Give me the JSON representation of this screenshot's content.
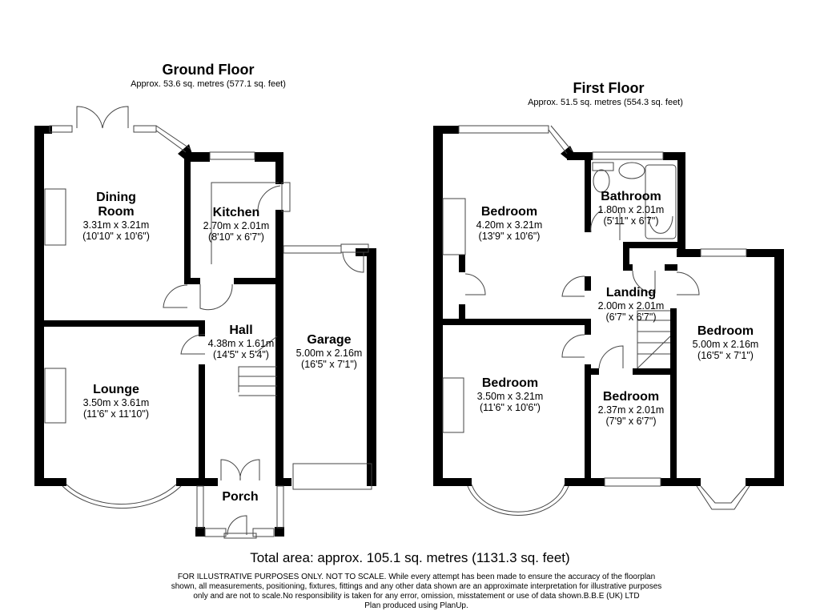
{
  "ground_floor": {
    "title": "Ground Floor",
    "area": "Approx. 53.6 sq. metres (577.1 sq. feet)",
    "rooms": [
      {
        "name_line1": "Dining",
        "name_line2": "Room",
        "metric": "3.31m x 3.21m",
        "imperial": "(10'10\" x 10'6\")"
      },
      {
        "name": "Kitchen",
        "metric": "2.70m x 2.01m",
        "imperial": "(8'10\" x 6'7\")"
      },
      {
        "name": "Hall",
        "metric": "4.38m x 1.61m",
        "imperial": "(14'5\" x 5'4\")"
      },
      {
        "name": "Garage",
        "metric": "5.00m x 2.16m",
        "imperial": "(16'5\" x 7'1\")"
      },
      {
        "name": "Lounge",
        "metric": "3.50m x 3.61m",
        "imperial": "(11'6\" x 11'10\")"
      },
      {
        "name": "Porch"
      }
    ]
  },
  "first_floor": {
    "title": "First Floor",
    "area": "Approx. 51.5 sq. metres (554.3 sq. feet)",
    "rooms": [
      {
        "name": "Bedroom",
        "metric": "4.20m x 3.21m",
        "imperial": "(13'9\" x 10'6\")"
      },
      {
        "name": "Bathroom",
        "metric": "1.80m x 2.01m",
        "imperial": "(5'11\" x 6'7\")"
      },
      {
        "name": "Landing",
        "metric": "2.00m x 2.01m",
        "imperial": "(6'7\" x 6'7\")"
      },
      {
        "name": "Bedroom",
        "metric": "5.00m x 2.16m",
        "imperial": "(16'5\" x 7'1\")"
      },
      {
        "name": "Bedroom",
        "metric": "3.50m x 3.21m",
        "imperial": "(11'6\" x 10'6\")"
      },
      {
        "name": "Bedroom",
        "metric": "2.37m x 2.01m",
        "imperial": "(7'9\" x 6'7\")"
      }
    ]
  },
  "footer": {
    "total_area": "Total area: approx. 105.1 sq. metres (1131.3 sq. feet)",
    "disclaimer_lines": [
      "FOR ILLUSTRATIVE PURPOSES ONLY. NOT TO SCALE. While every attempt has been made to ensure the accuracy of the floorplan",
      "shown, all measurements, positioning, fixtures, fittings and any other data shown are an approximate interpretation for illustrative purposes",
      "only and are not to scale.No responsibility is taken for any error, omission, misstatement or use of data shown.B.B.E (UK) LTD",
      "Plan produced using PlanUp."
    ]
  },
  "colors": {
    "wall": "#000000",
    "background": "#ffffff",
    "fixture_line": "#555555"
  }
}
